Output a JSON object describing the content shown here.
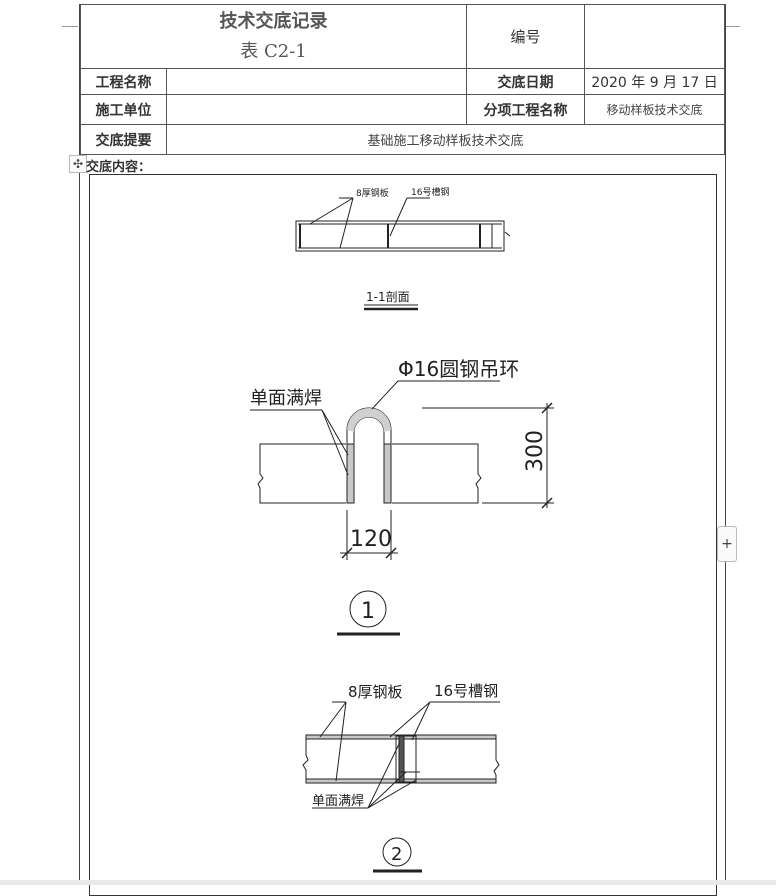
{
  "header": {
    "title_line1": "技术交底记录",
    "title_line2": "表 C2-1",
    "number_label": "编号",
    "number_value": ""
  },
  "rows": {
    "project_name_label": "工程名称",
    "project_name_value": "",
    "date_label": "交底日期",
    "date_value": "2020 年 9 月 17 日",
    "construction_unit_label": "施工单位",
    "construction_unit_value": "",
    "subitem_label": "分项工程名称",
    "subitem_value": "移动样板技术交底",
    "summary_label": "交底提要",
    "summary_value": "基础施工移动样板技术交底"
  },
  "content_label": "交底内容：",
  "drawing": {
    "section1": {
      "plate_label": "8厚钢板",
      "channel_label": "16号槽钢",
      "caption": "1-1剖面"
    },
    "detail1": {
      "ring_label": "Φ16圆钢吊环",
      "weld_label": "单面满焊",
      "dim_height": "300",
      "dim_width": "120",
      "marker": "1"
    },
    "detail2": {
      "plate_label": "8厚钢板",
      "channel_label": "16号槽钢",
      "weld_label": "单面满焊",
      "marker": "2"
    }
  },
  "controls": {
    "move_icon": "move-cross-icon",
    "add_icon": "plus-icon",
    "move_glyph": "✣",
    "add_glyph": "+"
  }
}
